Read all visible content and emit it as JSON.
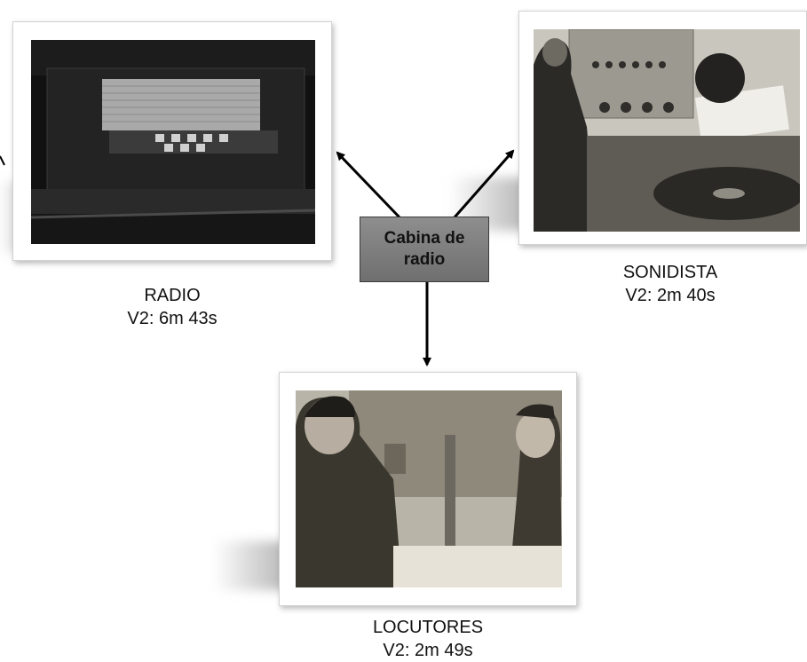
{
  "hub": {
    "label_line1": "Cabina de",
    "label_line2": "radio"
  },
  "nodes": {
    "radio": {
      "title": "RADIO",
      "duration": "V2: 6m 43s"
    },
    "sonidista": {
      "title": "SONIDISTA",
      "duration": "V2: 2m 40s"
    },
    "locutores": {
      "title": "LOCUTORES",
      "duration": "V2: 2m 49s"
    }
  },
  "colors": {
    "hub_fill": "#7f7f7f",
    "arrow": "#000000",
    "caption_text": "#111111"
  }
}
